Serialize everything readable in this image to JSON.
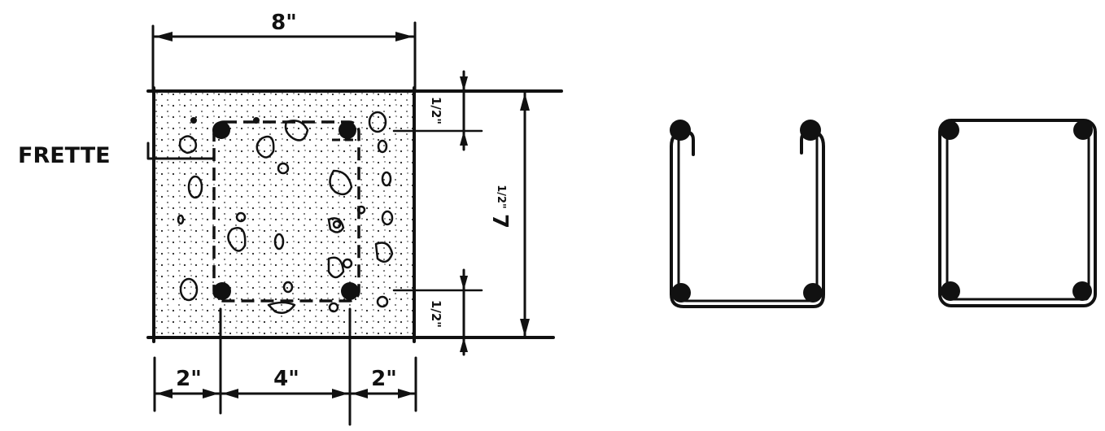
{
  "labels": {
    "frette": "FRETTE",
    "width_total": "8\"",
    "height_total_whole": "7",
    "height_total_fraction": "1/2\"",
    "cover_top": "1/2\"",
    "cover_bottom": "1/2\"",
    "bottom_left": "2\"",
    "bottom_mid": "4\"",
    "bottom_right": "2\""
  }
}
